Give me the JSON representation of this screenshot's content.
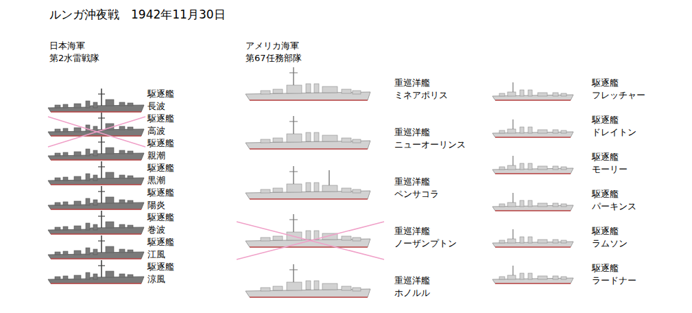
{
  "diagram": {
    "title": "ルンガ沖夜戦　1942年11月30日",
    "labels": [
      "日本海軍",
      "第2水雷戦隊",
      "アメリカ海軍",
      "第67任務部隊",
      "駆逐艦",
      "長波",
      "駆逐艦",
      "高波",
      "駆逐艦",
      "親潮",
      "駆逐艦",
      "黒潮",
      "駆逐艦",
      "陽炎",
      "駆逐艦",
      "巻波",
      "駆逐艦",
      "江風",
      "駆逐艦",
      "涼風",
      "重巡洋艦",
      "ミネアポリス",
      "重巡洋艦",
      "ニューオーリンス",
      "重巡洋艦",
      "ペンサコラ",
      "重巡洋艦",
      "ノーザンプトン",
      "重巡洋艦",
      "ホノルル",
      "駆逐艦",
      "フレッチャー",
      "駆逐艦",
      "ドレイトン",
      "駆逐艦",
      "モーリー",
      "駆逐艦",
      "パーキンス",
      "駆逐艦",
      "ラムソン",
      "駆逐艦",
      "ラードナー"
    ]
  }
}
